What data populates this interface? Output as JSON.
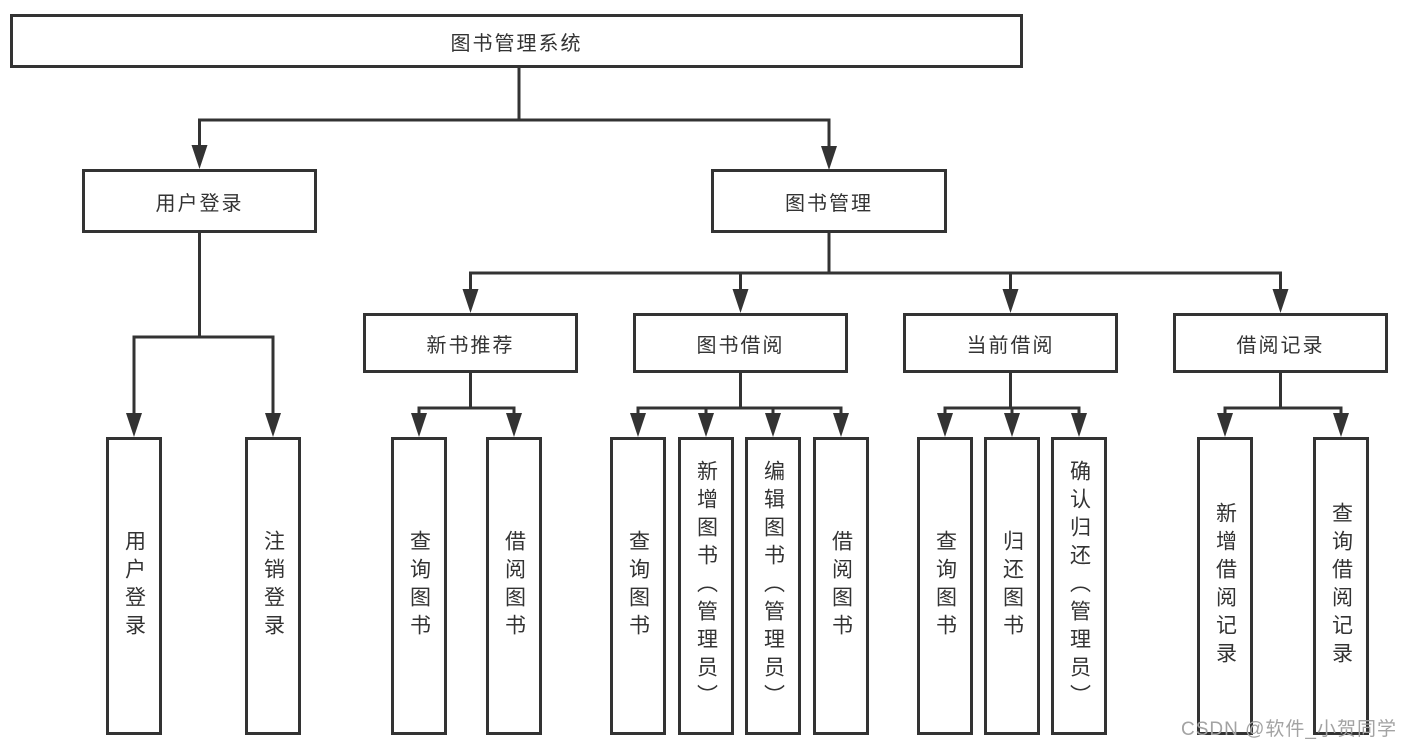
{
  "diagram": {
    "title": "图书管理系统",
    "nodes": {
      "root": {
        "label": "图书管理系统"
      },
      "user_login": {
        "label": "用户登录",
        "children": [
          {
            "label": "用户登录"
          },
          {
            "label": "注销登录"
          }
        ]
      },
      "book_management": {
        "label": "图书管理",
        "children_labels": [
          "新书推荐",
          "图书借阅",
          "当前借阅",
          "借阅记录"
        ]
      },
      "new_book": {
        "label": "新书推荐",
        "children": [
          {
            "label": "查询图书"
          },
          {
            "label": "借阅图书"
          }
        ]
      },
      "book_borrow": {
        "label": "图书借阅",
        "children": [
          {
            "label": "查询图书"
          },
          {
            "label": "新增图书（管理员）"
          },
          {
            "label": "编辑图书（管理员）"
          },
          {
            "label": "借阅图书"
          }
        ]
      },
      "current_borrow": {
        "label": "当前借阅",
        "children": [
          {
            "label": "查询图书"
          },
          {
            "label": "归还图书"
          },
          {
            "label": "确认归还（管理员）"
          }
        ]
      },
      "borrow_record": {
        "label": "借阅记录",
        "children": [
          {
            "label": "新增借阅记录"
          },
          {
            "label": "查询借阅记录"
          }
        ]
      }
    },
    "line_color": "#333333",
    "box_background": "#ffffff"
  },
  "watermark": "CSDN @软件_小贺同学"
}
